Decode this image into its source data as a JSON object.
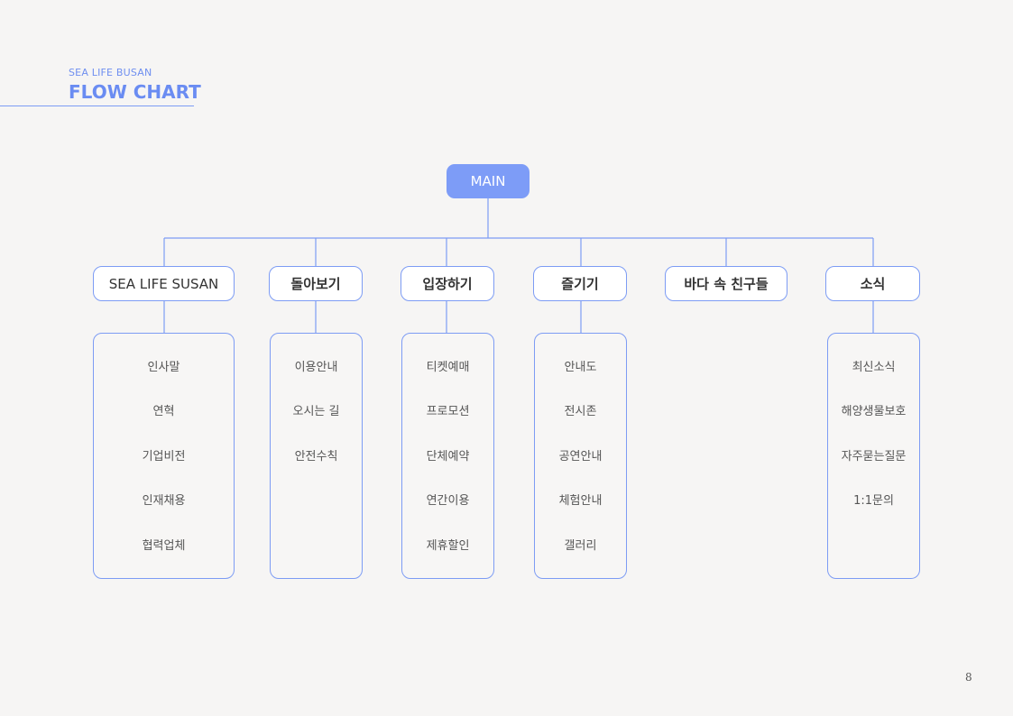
{
  "header": {
    "subtitle": "SEA LIFE BUSAN",
    "title": "FLOW CHART"
  },
  "main": {
    "label": "MAIN"
  },
  "categories": [
    {
      "label": "SEA LIFE SUSAN",
      "items": [
        "인사말",
        "연혁",
        "기업비전",
        "인재채용",
        "협력업체"
      ]
    },
    {
      "label": "돌아보기",
      "items": [
        "이용안내",
        "오시는 길",
        "안전수칙"
      ]
    },
    {
      "label": "입장하기",
      "items": [
        "티켓예매",
        "프로모션",
        "단체예약",
        "연간이용",
        "제휴할인"
      ]
    },
    {
      "label": "즐기기",
      "items": [
        "안내도",
        "전시존",
        "공연안내",
        "체험안내",
        "갤러리"
      ]
    },
    {
      "label": "바다 속 친구들",
      "items": []
    },
    {
      "label": "소식",
      "items": [
        "최신소식",
        "해양생물보호",
        "자주묻는질문",
        "1:1문의"
      ]
    }
  ],
  "page_number": "8",
  "colors": {
    "accent": "#7d9cf4",
    "main_fill": "#7d9cf7",
    "background": "#f6f5f4"
  }
}
